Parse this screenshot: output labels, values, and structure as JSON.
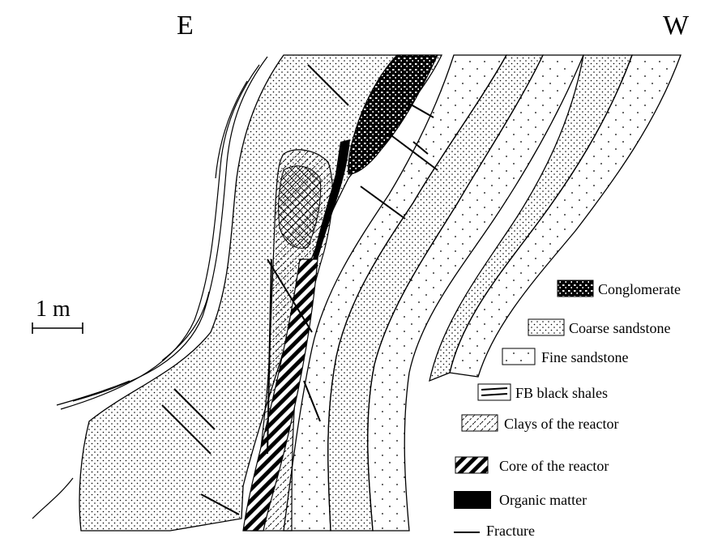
{
  "orientation": {
    "left": "E",
    "right": "W"
  },
  "scale_bar": {
    "label": "1 m"
  },
  "legend": [
    {
      "key": "conglomerate",
      "label": "Conglomerate"
    },
    {
      "key": "coarse-sandstone",
      "label": "Coarse sandstone"
    },
    {
      "key": "fine-sandstone",
      "label": "Fine sandstone"
    },
    {
      "key": "fb-black-shales",
      "label": "FB black shales"
    },
    {
      "key": "clays-reactor",
      "label": "Clays of the reactor"
    },
    {
      "key": "core-reactor",
      "label": "Core of the reactor"
    },
    {
      "key": "organic-matter",
      "label": "Organic matter"
    },
    {
      "key": "fracture",
      "label": "Fracture"
    }
  ]
}
